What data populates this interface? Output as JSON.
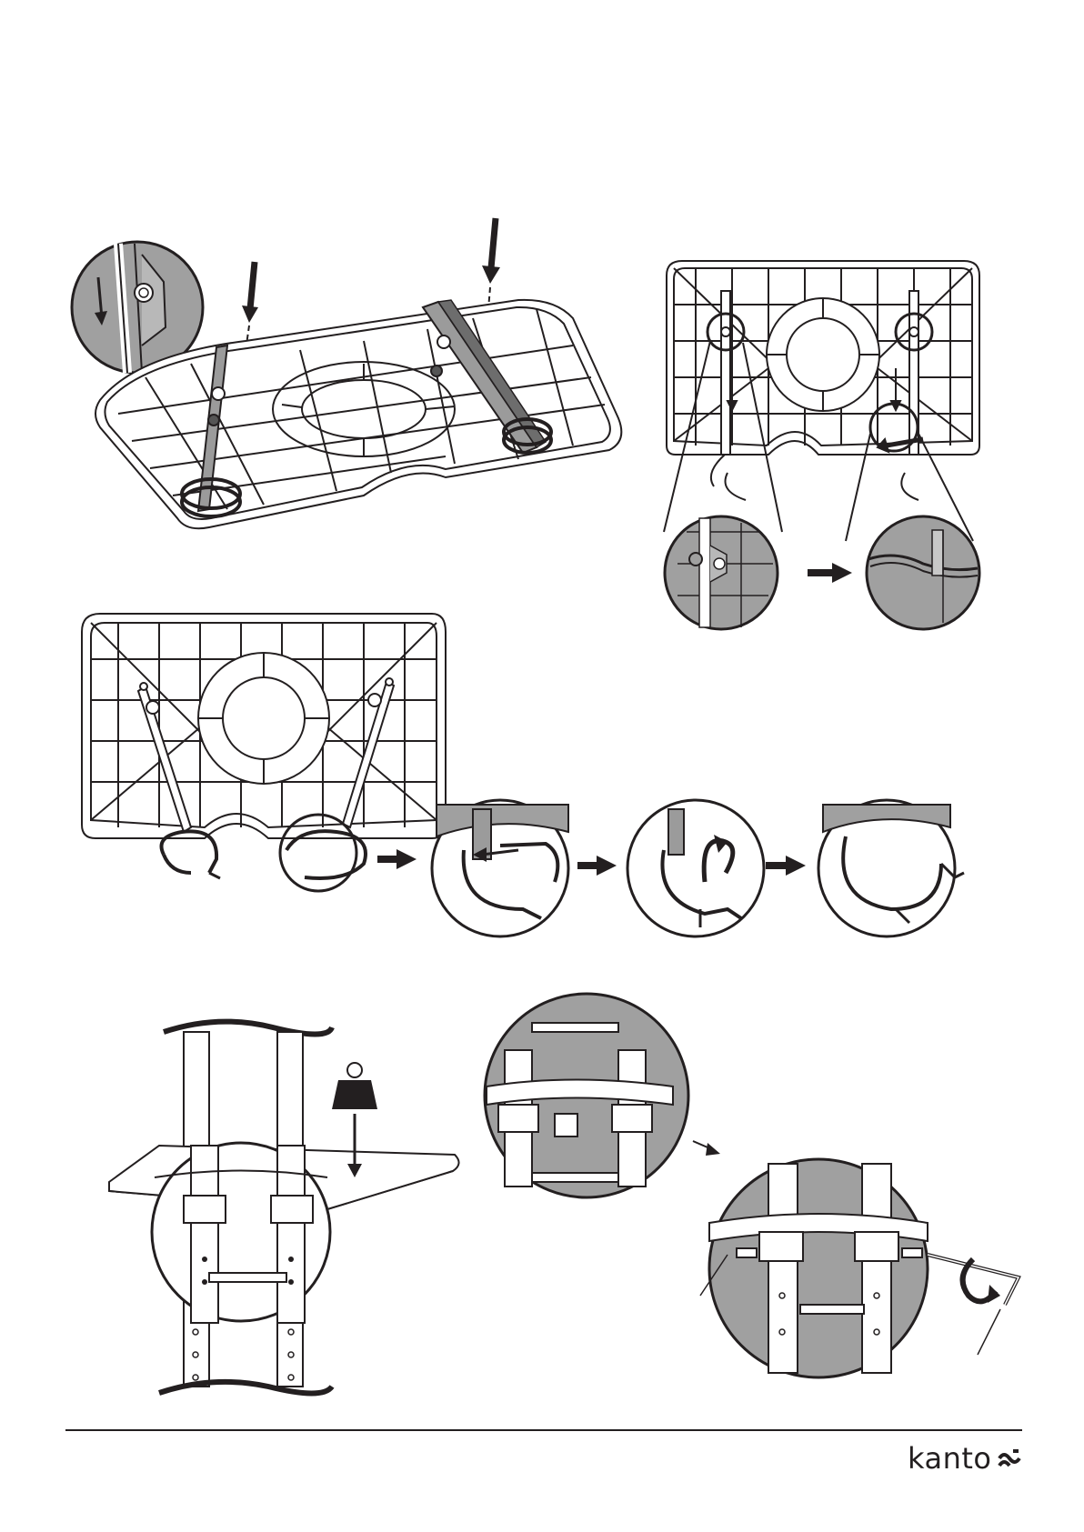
{
  "brand": {
    "name": "kanto",
    "mark_icon": "kanto-logo-mark-icon"
  },
  "colors": {
    "ink": "#231f20",
    "fill_gray": "#9b9b9b",
    "light_gray": "#c8c8c8",
    "paper": "#ffffff"
  },
  "figures": [
    {
      "id": "step-1",
      "icon": "tray-perspective-brackets-icon"
    },
    {
      "id": "step-2",
      "icon": "tray-top-view-clip-slide-icon"
    },
    {
      "id": "step-3",
      "icon": "tray-clamps-open-sequence-icon"
    },
    {
      "id": "step-4",
      "icon": "tray-mount-on-poles-icon"
    },
    {
      "id": "step-5",
      "icon": "tighten-with-hex-key-icon"
    }
  ]
}
